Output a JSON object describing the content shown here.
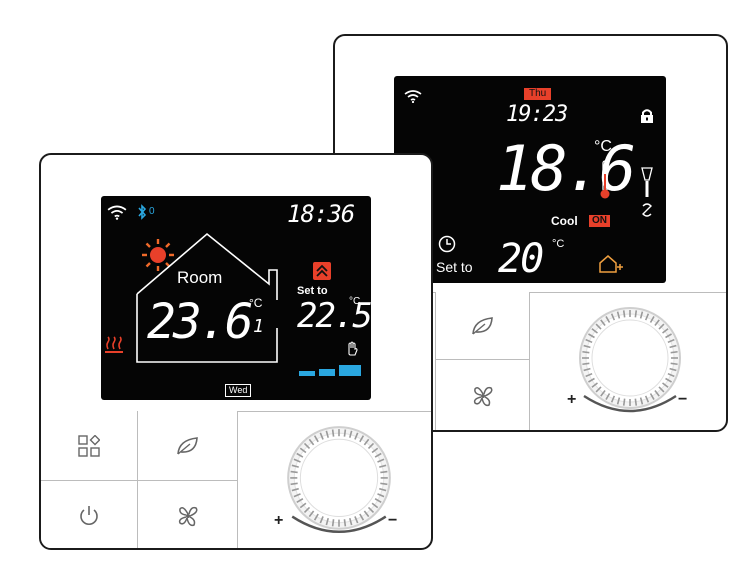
{
  "back_device": {
    "day_label": "Thu",
    "time": "19:23",
    "temperature": "18.6",
    "temp_unit": "°C",
    "mode_label": "Cool",
    "status_badge": "ON",
    "set_label": "Set to",
    "set_temperature": "20",
    "set_unit": "°C",
    "knob_plus": "+",
    "knob_minus": "−"
  },
  "front_device": {
    "time": "18:36",
    "bluetooth_label": "0",
    "room_label": "Room",
    "room_temperature": "23.6",
    "room_temp_suffix": "1",
    "temp_unit": "°C",
    "set_label": "Set to",
    "set_temperature": "22.5",
    "set_unit": "°C",
    "day_label": "Wed",
    "knob_plus": "+",
    "knob_minus": "−"
  },
  "colors": {
    "screen_bg": "#050505",
    "accent_red": "#e8402a",
    "wifi_bt_blue": "#2aa7e0",
    "orange_heat": "#f06a2a",
    "house_orange": "#f0a040"
  },
  "icons": [
    "wifi-icon",
    "bluetooth-icon",
    "lock-icon",
    "thermometer-icon",
    "fan-icon",
    "clock-icon",
    "house-arrow-icon",
    "sun-icon",
    "floor-heat-icon",
    "hand-icon",
    "up-arrow-icon",
    "grid-menu-icon",
    "leaf-icon",
    "power-icon",
    "knob-icon"
  ]
}
